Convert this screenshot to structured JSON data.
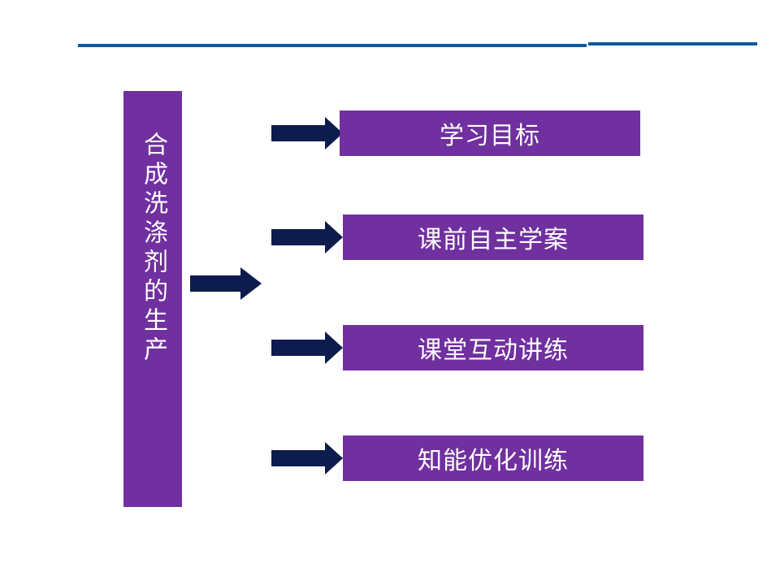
{
  "colors": {
    "purple": "#7030a0",
    "arrow": "#0d1b4d",
    "rule": "#0a5a9c",
    "text": "#ffffff"
  },
  "icons": {
    "arrow": "right-block-arrow-icon"
  },
  "title": "合成洗涤剂的生产",
  "topics": [
    {
      "label": "学习目标"
    },
    {
      "label": "课前自主学案"
    },
    {
      "label": "课堂互动讲练"
    },
    {
      "label": "知能优化训练"
    }
  ]
}
